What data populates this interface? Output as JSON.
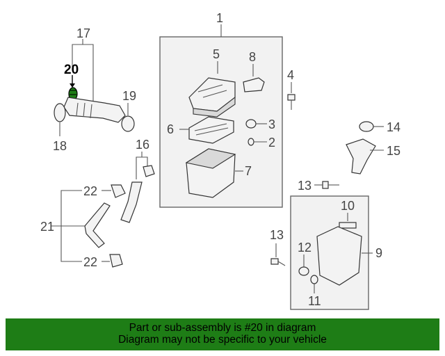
{
  "callouts": {
    "c1": "1",
    "c2": "2",
    "c3": "3",
    "c4": "4",
    "c5": "5",
    "c6": "6",
    "c7": "7",
    "c8": "8",
    "c9": "9",
    "c10": "10",
    "c11": "11",
    "c12": "12",
    "c13a": "13",
    "c13b": "13",
    "c14": "14",
    "c15": "15",
    "c16": "16",
    "c17": "17",
    "c18": "18",
    "c19": "19",
    "c20": "20",
    "c21": "21",
    "c22a": "22",
    "c22b": "22"
  },
  "highlight_part": "20",
  "banner": {
    "line1": "Part or sub-assembly is #20 in diagram",
    "line2": "Diagram may not be specific to your vehicle"
  },
  "colors": {
    "banner_bg": "#1e7d16",
    "highlight_part": "#1e7d16"
  }
}
